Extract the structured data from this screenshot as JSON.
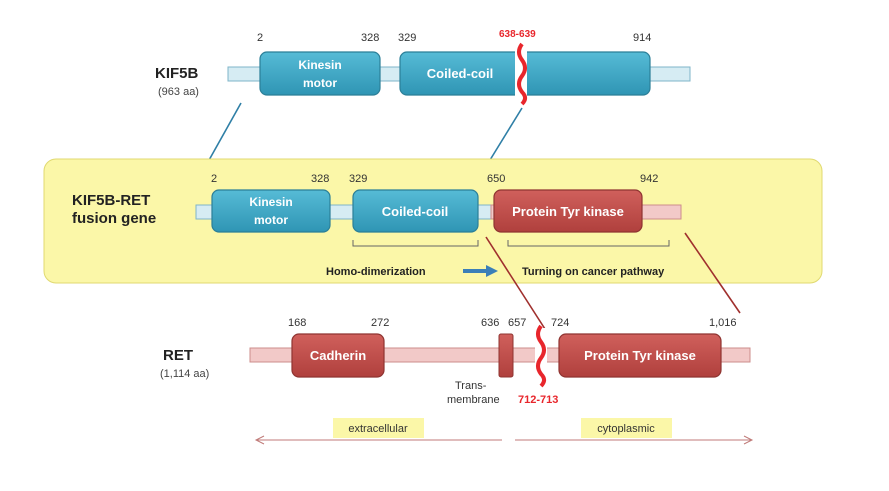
{
  "kif5b": {
    "name": "KIF5B",
    "length": "(963 aa)",
    "pos_kinesin_start": "2",
    "pos_kinesin_end": "328",
    "pos_coiled_start": "329",
    "pos_break": "638-639",
    "pos_coiled_end": "914",
    "domain_kinesin": [
      "Kinesin",
      "motor"
    ],
    "domain_coiled": "Coiled-coil"
  },
  "fusion": {
    "name": [
      "KIF5B-RET",
      "fusion gene"
    ],
    "pos_kinesin_start": "2",
    "pos_kinesin_end": "328",
    "pos_coiled_start": "329",
    "pos_kinase_start": "650",
    "pos_kinase_end": "942",
    "domain_kinesin": [
      "Kinesin",
      "motor"
    ],
    "domain_coiled": "Coiled-coil",
    "domain_kinase": "Protein Tyr kinase",
    "note_dimerization": "Homo-dimerization",
    "note_pathway": "Turning on cancer pathway"
  },
  "ret": {
    "name": "RET",
    "length": "(1,114 aa)",
    "pos_cadherin_start": "168",
    "pos_cadherin_end": "272",
    "pos_tm_start": "636",
    "pos_tm_end": "657",
    "pos_kinase_start": "724",
    "pos_kinase_end": "1,016",
    "pos_break": "712-713",
    "domain_cadherin": "Cadherin",
    "domain_kinase": "Protein Tyr kinase",
    "tm_label": [
      "Trans-",
      "membrane"
    ],
    "region_extracellular": "extracellular",
    "region_cytoplasmic": "cytoplasmic"
  },
  "colors": {
    "teal_fill": "#3aa6c4",
    "teal_stroke": "#2b7f98",
    "teal_bar": "#d6ecf3",
    "red_fill": "#c0504d",
    "red_stroke": "#8f3431",
    "pink_bar": "#f2c9c8",
    "break_red": "#e8262c",
    "highlight_yellow": "#fbf7a8",
    "connector_teal": "#2f7fa6",
    "connector_red": "#a0302e"
  }
}
